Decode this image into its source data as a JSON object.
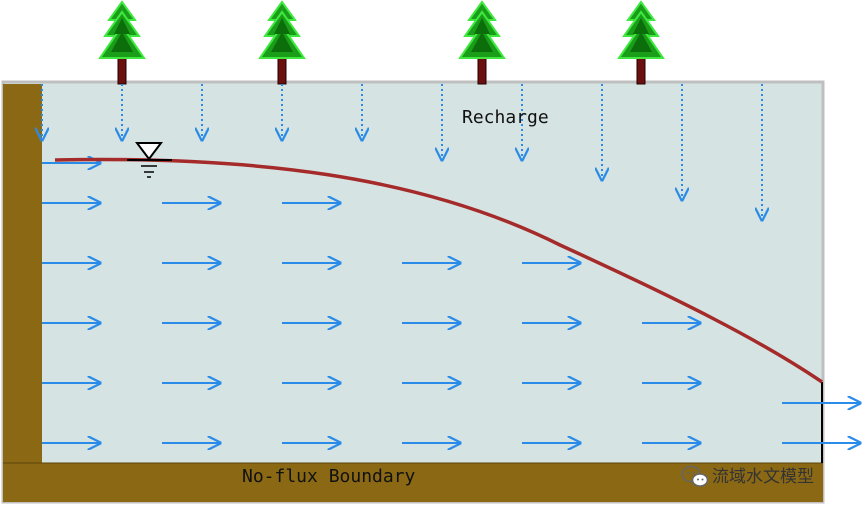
{
  "labels": {
    "recharge": "Recharge",
    "bottom_boundary": "No-flux Boundary"
  },
  "watermark": {
    "text": "流域水文模型",
    "icon": "wechat-icon"
  },
  "symbols": {
    "water_table": "water-table-icon",
    "tree": "pine-tree-icon"
  },
  "colors": {
    "aquifer_fill": "#d6e3e3",
    "aquifer_border": "#bfbfbf",
    "bedrock": "#8b6914",
    "water_table_line": "#a52a2a",
    "flow_arrow": "#2b8be8",
    "recharge_arrow": "#2b8be8",
    "tree_green": "#1a9e1a",
    "tree_light": "#3ee83e",
    "trunk": "#6b0f0f"
  }
}
